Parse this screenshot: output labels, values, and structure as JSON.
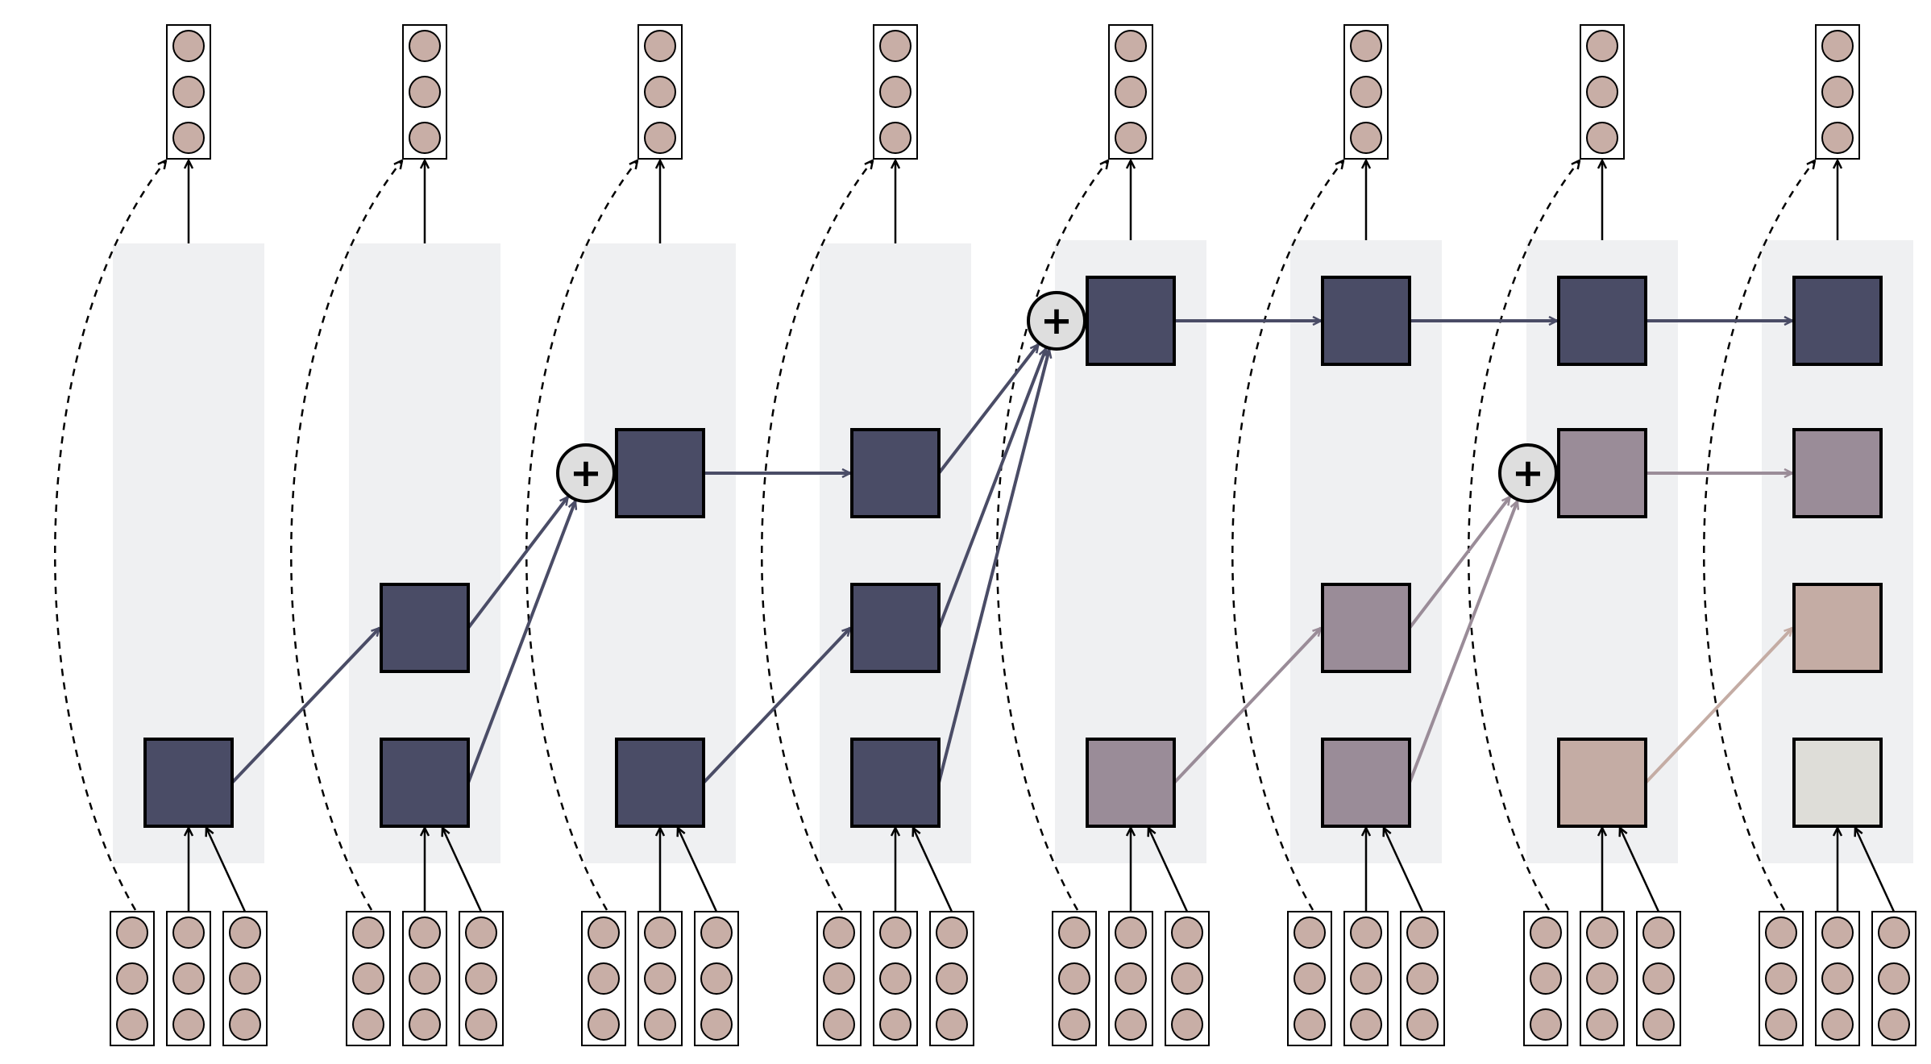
{
  "colors": {
    "background": "#ffffff",
    "column_band": "#eff0f2",
    "level_dark": "#4a4c66",
    "level_mid": "#9a8c98",
    "level_light": "#c4aca4",
    "level_pale": "#deddd8",
    "neuron_fill": "#c8aea6",
    "plus_fill": "#dedede",
    "stroke": "#000000"
  },
  "diagram": {
    "columns": 8,
    "levels": 4,
    "plus_symbol": "+",
    "cells": [
      {
        "col": 0,
        "level": 0,
        "shade": "level_dark"
      },
      {
        "col": 1,
        "level": 0,
        "shade": "level_dark"
      },
      {
        "col": 1,
        "level": 1,
        "shade": "level_dark"
      },
      {
        "col": 2,
        "level": 0,
        "shade": "level_dark"
      },
      {
        "col": 2,
        "level": 2,
        "shade": "level_dark"
      },
      {
        "col": 3,
        "level": 0,
        "shade": "level_dark"
      },
      {
        "col": 3,
        "level": 1,
        "shade": "level_dark"
      },
      {
        "col": 3,
        "level": 2,
        "shade": "level_dark"
      },
      {
        "col": 4,
        "level": 0,
        "shade": "level_mid"
      },
      {
        "col": 4,
        "level": 3,
        "shade": "level_dark"
      },
      {
        "col": 5,
        "level": 0,
        "shade": "level_mid"
      },
      {
        "col": 5,
        "level": 1,
        "shade": "level_mid"
      },
      {
        "col": 5,
        "level": 3,
        "shade": "level_dark"
      },
      {
        "col": 6,
        "level": 0,
        "shade": "level_light"
      },
      {
        "col": 6,
        "level": 2,
        "shade": "level_mid"
      },
      {
        "col": 6,
        "level": 3,
        "shade": "level_dark"
      },
      {
        "col": 7,
        "level": 0,
        "shade": "level_pale"
      },
      {
        "col": 7,
        "level": 1,
        "shade": "level_light"
      },
      {
        "col": 7,
        "level": 2,
        "shade": "level_mid"
      },
      {
        "col": 7,
        "level": 3,
        "shade": "level_dark"
      }
    ],
    "plus_nodes": [
      {
        "col": 2,
        "level": 2
      },
      {
        "col": 4,
        "level": 3
      },
      {
        "col": 6,
        "level": 2
      }
    ],
    "edges": [
      {
        "from": [
          0,
          0
        ],
        "to": [
          1,
          1
        ],
        "shade": "level_dark"
      },
      {
        "from": [
          1,
          1
        ],
        "to_plus": 0,
        "shade": "level_dark"
      },
      {
        "from": [
          1,
          0
        ],
        "to_plus": 0,
        "shade": "level_dark"
      },
      {
        "from": [
          2,
          2
        ],
        "to": [
          3,
          2
        ],
        "shade": "level_dark"
      },
      {
        "from": [
          2,
          0
        ],
        "to": [
          3,
          1
        ],
        "shade": "level_dark"
      },
      {
        "from": [
          3,
          2
        ],
        "to_plus": 1,
        "shade": "level_dark"
      },
      {
        "from": [
          3,
          1
        ],
        "to_plus": 1,
        "shade": "level_dark"
      },
      {
        "from": [
          3,
          0
        ],
        "to_plus": 1,
        "shade": "level_dark"
      },
      {
        "from": [
          4,
          3
        ],
        "to": [
          5,
          3
        ],
        "shade": "level_dark"
      },
      {
        "from": [
          5,
          3
        ],
        "to": [
          6,
          3
        ],
        "shade": "level_dark"
      },
      {
        "from": [
          6,
          3
        ],
        "to": [
          7,
          3
        ],
        "shade": "level_dark"
      },
      {
        "from": [
          4,
          0
        ],
        "to": [
          5,
          1
        ],
        "shade": "level_mid"
      },
      {
        "from": [
          5,
          1
        ],
        "to_plus": 2,
        "shade": "level_mid"
      },
      {
        "from": [
          5,
          0
        ],
        "to_plus": 2,
        "shade": "level_mid"
      },
      {
        "from": [
          6,
          2
        ],
        "to": [
          7,
          2
        ],
        "shade": "level_mid"
      },
      {
        "from": [
          6,
          0
        ],
        "to": [
          7,
          1
        ],
        "shade": "level_light"
      }
    ],
    "input_vectors_per_column": 3,
    "neurons_per_vector": 3
  }
}
